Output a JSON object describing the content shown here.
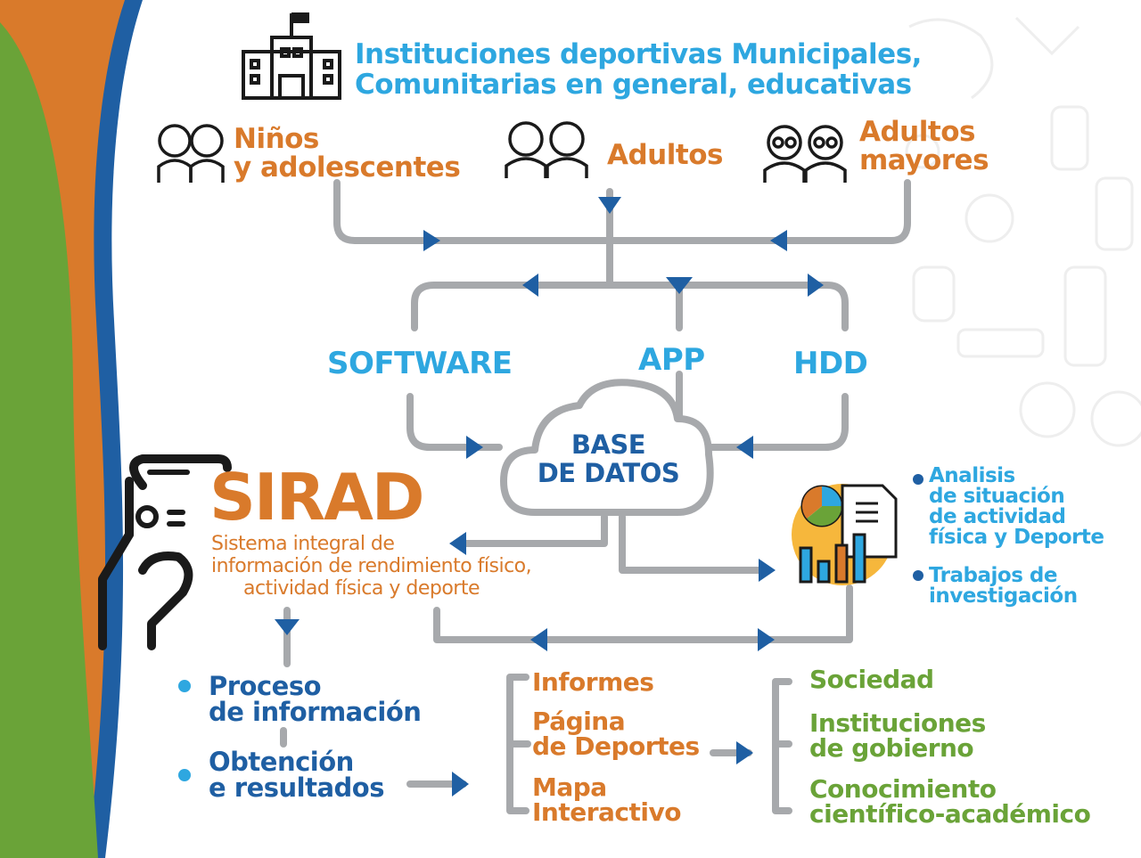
{
  "header": {
    "title_line1": "Instituciones deportivas Municipales,",
    "title_line2": "Comunitarias en general, educativas"
  },
  "groups": {
    "children_line1": "Niños",
    "children_line2": "y adolescentes",
    "adults": "Adultos",
    "elderly_line1": "Adultos",
    "elderly_line2": "mayores"
  },
  "channels": {
    "software": "SOFTWARE",
    "app": "APP",
    "hdd": "HDD"
  },
  "database": {
    "line1": "BASE",
    "line2": "DE DATOS"
  },
  "sirad": {
    "name": "SIRAD",
    "desc_line1": "Sistema integral de",
    "desc_line2": "información de rendimiento físico,",
    "desc_line3": "actividad física y deporte"
  },
  "analysis": {
    "item1_line1": "Analisis",
    "item1_line2": "de situación",
    "item1_line3": "de actividad",
    "item1_line4": "física y Deporte",
    "item2_line1": "Trabajos de",
    "item2_line2": "investigación"
  },
  "process": {
    "step1_line1": "Proceso",
    "step1_line2": "de información",
    "step2_line1": "Obtención",
    "step2_line2": "e resultados"
  },
  "outputs": {
    "reports": "Informes",
    "sports_page_line1": "Página",
    "sports_page_line2": "de Deportes",
    "map_line1": "Mapa",
    "map_line2": "Interactivo"
  },
  "audiences": {
    "society": "Sociedad",
    "gov_line1": "Instituciones",
    "gov_line2": "de gobierno",
    "science_line1": "Conocimiento",
    "science_line2": "científico-académico"
  },
  "colors": {
    "blue": "#2ea7e0",
    "navy": "#1f5fa3",
    "orange": "#d97a2b",
    "green": "#6aa338",
    "connector": "#a7a9ac"
  }
}
